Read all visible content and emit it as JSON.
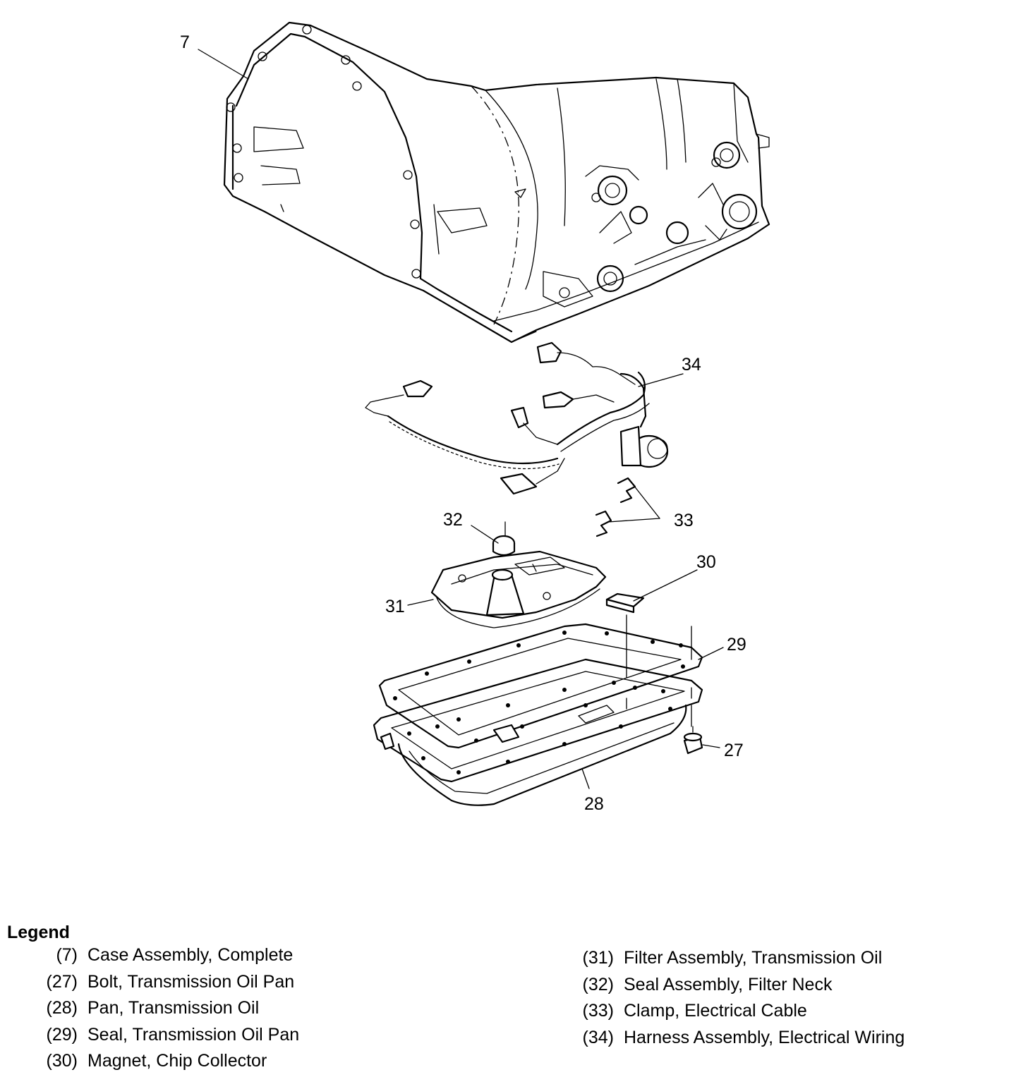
{
  "callouts": {
    "c7": "7",
    "c27": "27",
    "c28": "28",
    "c29": "29",
    "c30": "30",
    "c31": "31",
    "c32": "32",
    "c33": "33",
    "c34": "34"
  },
  "legend": {
    "title": "Legend",
    "left": [
      {
        "num": "(7)",
        "text": "Case Assembly, Complete"
      },
      {
        "num": "(27)",
        "text": "Bolt, Transmission Oil Pan"
      },
      {
        "num": "(28)",
        "text": "Pan, Transmission Oil"
      },
      {
        "num": "(29)",
        "text": "Seal, Transmission Oil Pan"
      },
      {
        "num": "(30)",
        "text": "Magnet, Chip Collector"
      }
    ],
    "right": [
      {
        "num": "(31)",
        "text": "Filter Assembly, Transmission Oil"
      },
      {
        "num": "(32)",
        "text": "Seal Assembly, Filter Neck"
      },
      {
        "num": "(33)",
        "text": "Clamp, Electrical Cable"
      },
      {
        "num": "(34)",
        "text": "Harness Assembly, Electrical Wiring"
      }
    ]
  }
}
